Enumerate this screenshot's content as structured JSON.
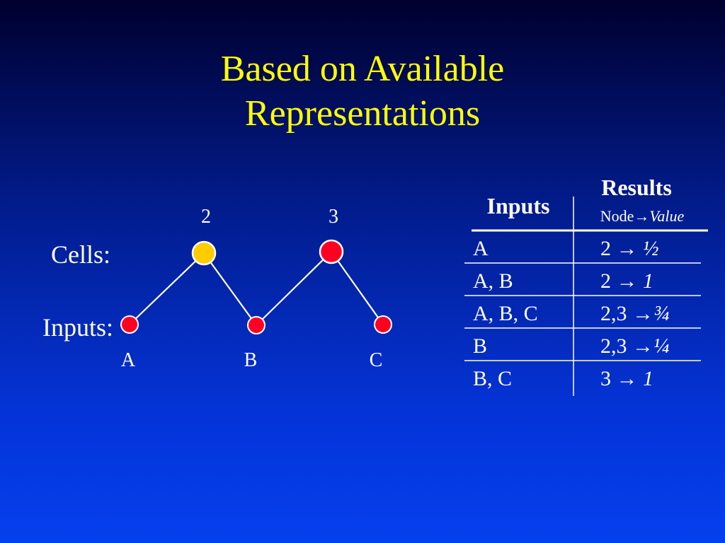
{
  "title": {
    "line1": "Based on Available",
    "line2": "Representations"
  },
  "diagram": {
    "cells_label": "Cells:",
    "inputs_label": "Inputs:",
    "cells": [
      {
        "label": "2",
        "color": "#ffcc00"
      },
      {
        "label": "3",
        "color": "#ff0022"
      }
    ],
    "inputs": [
      {
        "label": "A",
        "color": "#ff0022"
      },
      {
        "label": "B",
        "color": "#ff0022"
      },
      {
        "label": "C",
        "color": "#ff0022"
      }
    ],
    "edges": [
      [
        "A",
        "2"
      ],
      [
        "2",
        "B"
      ],
      [
        "B",
        "3"
      ],
      [
        "3",
        "C"
      ]
    ]
  },
  "table": {
    "header_inputs": "Inputs",
    "header_results": "Results",
    "header_sub_node": "Node",
    "header_sub_arrow": "→",
    "header_sub_value": "Value",
    "rows": [
      {
        "inputs": "A",
        "node": "2",
        "arrow": " → ",
        "value": "½"
      },
      {
        "inputs": "A, B",
        "node": "2",
        "arrow": " → ",
        "value": "1"
      },
      {
        "inputs": "A, B, C",
        "node": "2,3",
        "arrow": " →",
        "value": "¾"
      },
      {
        "inputs": "B",
        "node": "2,3",
        "arrow": " →",
        "value": "¼"
      },
      {
        "inputs": "B, C",
        "node": "3",
        "arrow": " → ",
        "value": "1"
      }
    ]
  }
}
